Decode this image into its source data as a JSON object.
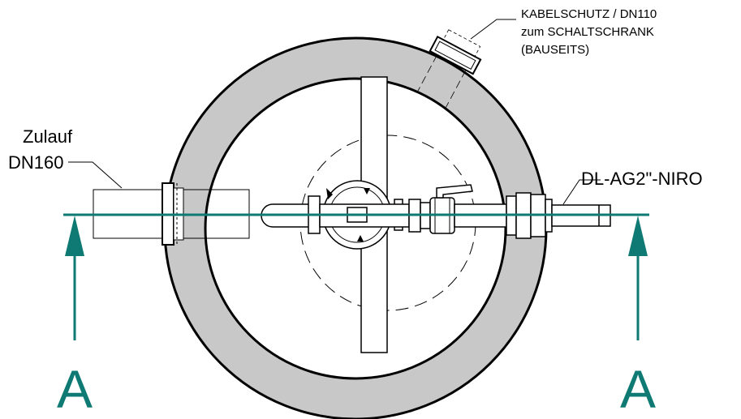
{
  "labels": {
    "cable_line1": "KABELSCHUTZ / DN110",
    "cable_line2": "zum SCHALTSCHRANK",
    "cable_line3": "(BAUSEITS)",
    "inlet_line1": "Zulauf",
    "inlet_line2": "DN160",
    "pipe_label": "DL-AG2\"-NIRO"
  },
  "section": {
    "left_letter": "A",
    "right_letter": "A"
  },
  "colors": {
    "section_line": "#0e7a73",
    "ring_fill": "#c8c8c8",
    "outline": "#000000",
    "background": "#ffffff"
  }
}
